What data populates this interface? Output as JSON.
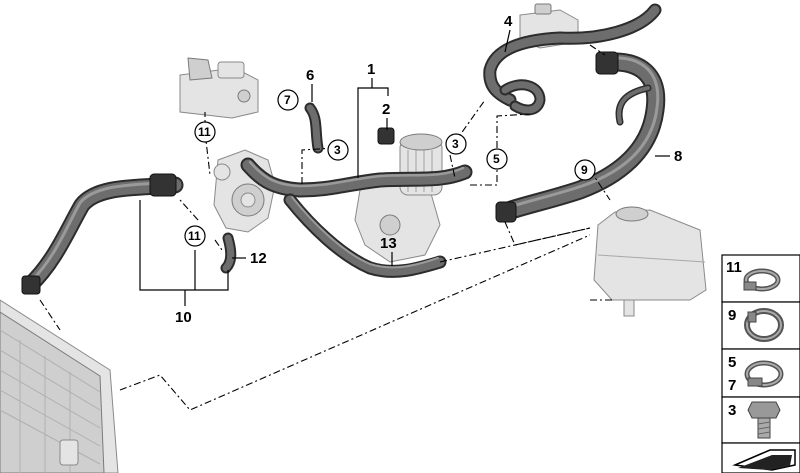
{
  "callouts": {
    "c1": "1",
    "c2": "2",
    "c3a": "3",
    "c3b": "3",
    "c4": "4",
    "c5": "5",
    "c6": "6",
    "c7": "7",
    "c8": "8",
    "c9": "9",
    "c10": "10",
    "c11a": "11",
    "c11b": "11",
    "c12": "12",
    "c13": "13"
  },
  "legend": {
    "items": [
      "11",
      "9",
      "5",
      "7",
      "3"
    ]
  },
  "colors": {
    "hose": "#2c2c2c",
    "part": "#e4e4e4"
  }
}
